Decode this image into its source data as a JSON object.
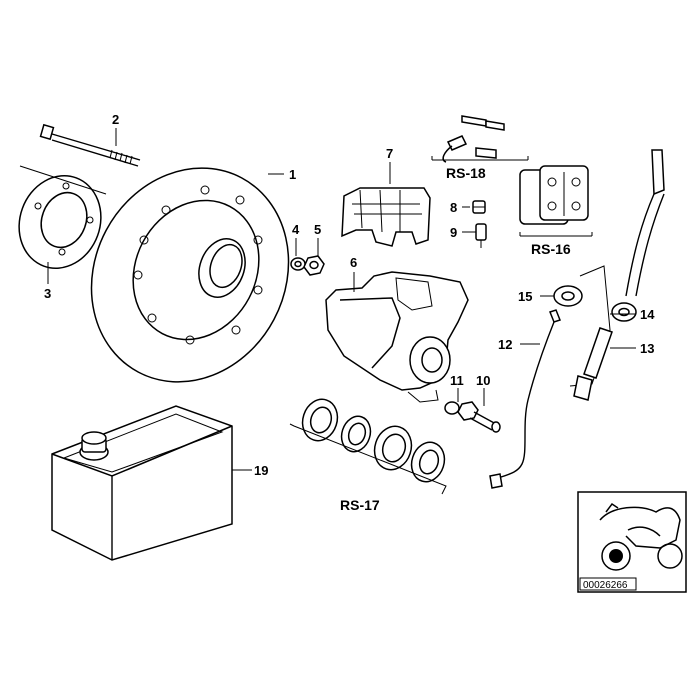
{
  "parts": {
    "p1": "1",
    "p2": "2",
    "p3": "3",
    "p4": "4",
    "p5": "5",
    "p6": "6",
    "p7": "7",
    "p8": "8",
    "p9": "9",
    "p10": "10",
    "p11": "11",
    "p12": "12",
    "p13": "13",
    "p14": "14",
    "p15": "15",
    "p19": "19"
  },
  "kits": {
    "rs16": "RS-16",
    "rs17": "RS-17",
    "rs18": "RS-18"
  },
  "inset": {
    "code": "00026266"
  }
}
